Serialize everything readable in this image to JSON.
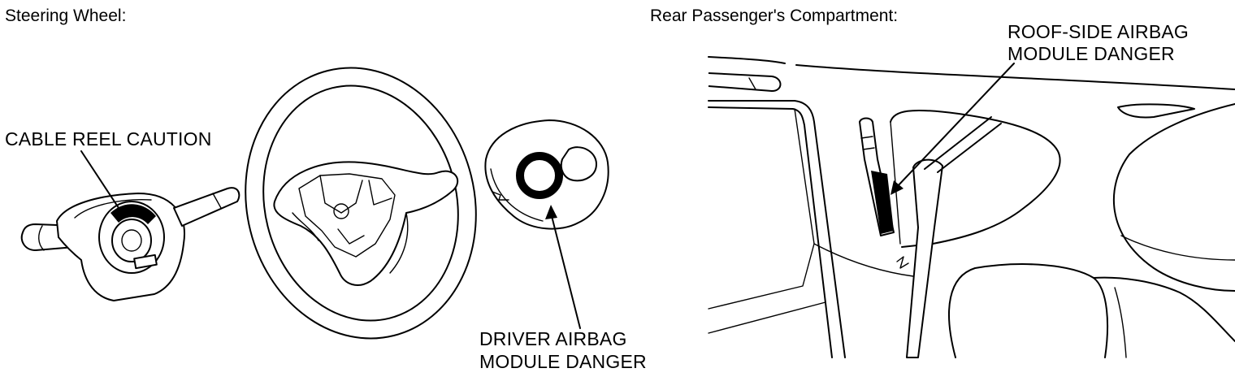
{
  "sections": {
    "steering_wheel": {
      "title": "Steering Wheel:"
    },
    "rear_compartment": {
      "title": "Rear Passenger's Compartment:"
    }
  },
  "callouts": {
    "cable_reel": {
      "text": "CABLE REEL CAUTION"
    },
    "driver_airbag": {
      "line1": "DRIVER AIRBAG",
      "line2": "MODULE DANGER"
    },
    "roof_side_airbag": {
      "line1": "ROOF-SIDE AIRBAG",
      "line2": "MODULE DANGER"
    }
  },
  "colors": {
    "ink": "#000000",
    "paper": "#ffffff"
  }
}
